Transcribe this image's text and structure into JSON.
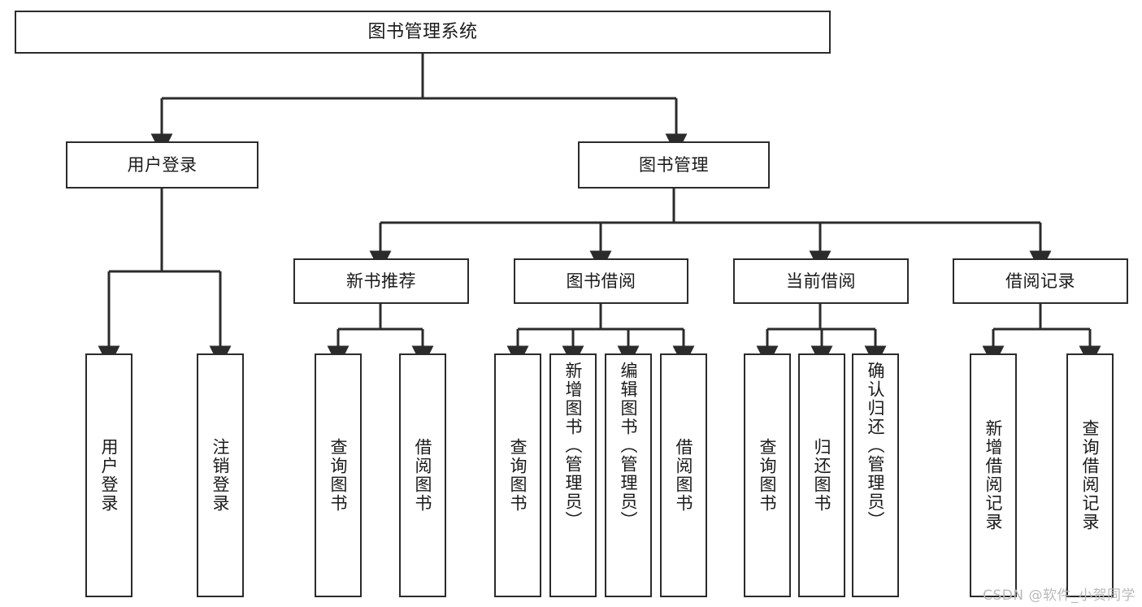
{
  "diagram": {
    "title": "图书管理系统",
    "type": "tree",
    "orientation": "top-down",
    "colors": {
      "box_border": "#2b2b2b",
      "box_fill": "#ffffff",
      "edge": "#2b2b2b",
      "text": "#1a1a1a",
      "watermark": "#b9b9b9",
      "background": "#ffffff"
    }
  },
  "watermark": {
    "text": "CSDN @软件_小贺同学"
  },
  "nodes": {
    "root": {
      "label": "图书管理系统"
    },
    "level2": [
      {
        "id": "user-login",
        "label": "用户登录"
      },
      {
        "id": "book-manage",
        "label": "图书管理"
      }
    ],
    "level3": [
      {
        "id": "new-book-recommend",
        "label": "新书推荐"
      },
      {
        "id": "book-borrow",
        "label": "图书借阅"
      },
      {
        "id": "current-borrow",
        "label": "当前借阅"
      },
      {
        "id": "borrow-record",
        "label": "借阅记录"
      }
    ],
    "leaves": [
      {
        "id": "leaf-user-login",
        "label": "用户登录",
        "parent": "user-login"
      },
      {
        "id": "leaf-logout",
        "label": "注销登录",
        "parent": "user-login"
      },
      {
        "id": "leaf-query-book-1",
        "label": "查询图书",
        "parent": "new-book-recommend"
      },
      {
        "id": "leaf-borrow-book-1",
        "label": "借阅图书",
        "parent": "new-book-recommend"
      },
      {
        "id": "leaf-query-book-2",
        "label": "查询图书",
        "parent": "book-borrow"
      },
      {
        "id": "leaf-add-book",
        "label": "新增图书（管理员）",
        "parent": "book-borrow"
      },
      {
        "id": "leaf-edit-book",
        "label": "编辑图书（管理员）",
        "parent": "book-borrow"
      },
      {
        "id": "leaf-borrow-book-2",
        "label": "借阅图书",
        "parent": "book-borrow"
      },
      {
        "id": "leaf-query-book-3",
        "label": "查询图书",
        "parent": "current-borrow"
      },
      {
        "id": "leaf-return-book",
        "label": "归还图书",
        "parent": "current-borrow"
      },
      {
        "id": "leaf-confirm-return",
        "label": "确认归还（管理员）",
        "parent": "current-borrow"
      },
      {
        "id": "leaf-add-record",
        "label": "新增借阅记录",
        "parent": "borrow-record"
      },
      {
        "id": "leaf-query-record",
        "label": "查询借阅记录",
        "parent": "borrow-record"
      }
    ]
  }
}
